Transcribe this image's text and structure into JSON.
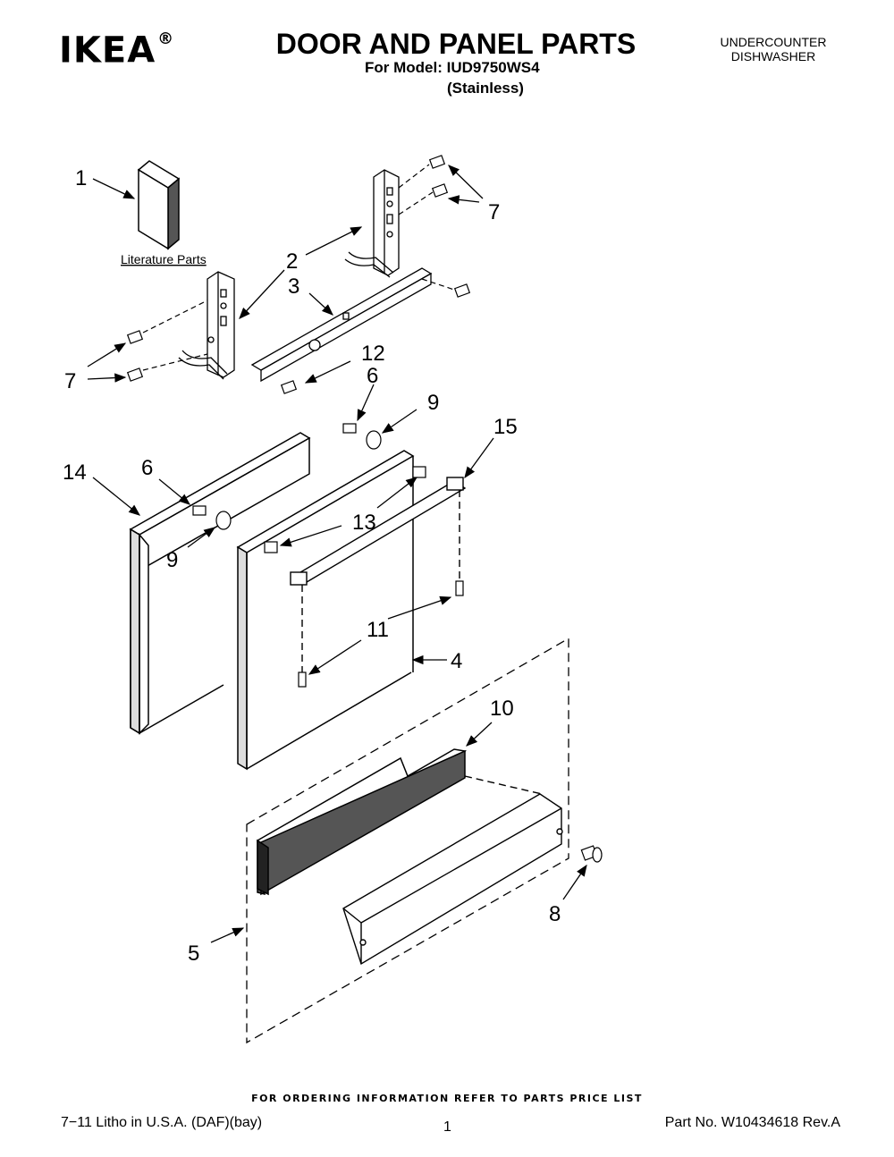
{
  "header": {
    "brand": "IKEA",
    "brand_mark": "®",
    "title": "DOOR AND PANEL PARTS",
    "model_line": "For Model: IUD9750WS4",
    "finish": "(Stainless)",
    "product_line1": "UNDERCOUNTER",
    "product_line2": "DISHWASHER"
  },
  "diagram": {
    "literature_label": "Literature Parts",
    "callouts": {
      "c1": "1",
      "c2": "2",
      "c3": "3",
      "c4": "4",
      "c5": "5",
      "c6a": "6",
      "c6b": "6",
      "c7a": "7",
      "c7b": "7",
      "c8": "8",
      "c9a": "9",
      "c9b": "9",
      "c10": "10",
      "c11": "11",
      "c12": "12",
      "c13": "13",
      "c14": "14",
      "c15": "15"
    }
  },
  "footer": {
    "ordering_note": "FOR ORDERING INFORMATION REFER TO PARTS PRICE LIST",
    "litho": "7−11 Litho in U.S.A. (DAF)(bay)",
    "page_number": "1",
    "part_number": "Part No. W10434618 Rev.A"
  }
}
